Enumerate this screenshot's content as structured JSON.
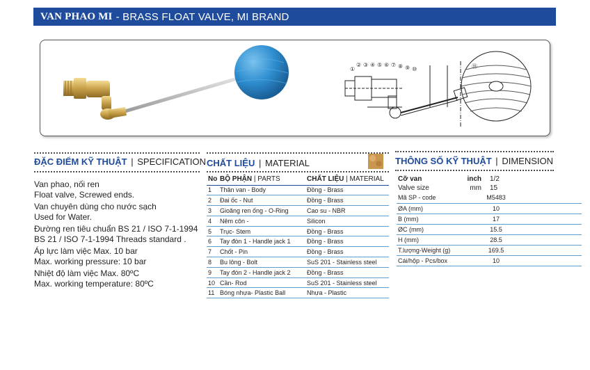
{
  "title": {
    "vn": "VAN PHAO MI",
    "en": "- BRASS FLOAT VALVE, MI BRAND"
  },
  "diagram": {
    "labels": [
      "①",
      "②",
      "③",
      "④",
      "⑤",
      "⑥",
      "⑦",
      "⑧",
      "⑨",
      "⑩",
      "⑪"
    ]
  },
  "spec": {
    "heading_vn": "ĐẶC ĐIỂM KỸ THUẬT",
    "sep": "|",
    "heading_en": "SPECIFICATION",
    "lines": [
      "Van phao, nối ren",
      "Float valve, Screwed ends.",
      "Van chuyên dùng cho nước sạch",
      "Used for Water.",
      "Đường ren tiêu chuẩn BS 21 / ISO 7-1-1994",
      "BS 21 / ISO 7-1-1994 Threads standard .",
      "Áp lực làm việc Max. 10 bar",
      "Max. working pressure: 10 bar",
      "Nhiệt độ làm việc Max. 80ºC",
      "Max. working temperature: 80ºC"
    ]
  },
  "material": {
    "heading_vn": "CHẤT LIỆU",
    "sep": "|",
    "heading_en": "MATERIAL",
    "col_no": "No",
    "col_parts_vn": "BỘ PHẬN",
    "col_parts_en": "| PARTS",
    "col_mat_vn": "CHẤT LIỆU",
    "col_mat_en": "| MATERIAL",
    "rows": [
      {
        "no": "1",
        "part": "Thân van - Body",
        "mat": "Đồng - Brass"
      },
      {
        "no": "2",
        "part": "Đai ốc - Nut",
        "mat": "Đồng - Brass"
      },
      {
        "no": "3",
        "part": "Gioăng ren ống - O-Ring",
        "mat": "Cao su - NBR"
      },
      {
        "no": "4",
        "part": "Nêm côn -",
        "mat": "Silicon"
      },
      {
        "no": "5",
        "part": "Trục- Stem",
        "mat": "Đồng - Brass"
      },
      {
        "no": "6",
        "part": "Tay đòn 1 - Handle jack 1",
        "mat": "Đồng - Brass"
      },
      {
        "no": "7",
        "part": "Chốt - Pin",
        "mat": "Đồng - Brass"
      },
      {
        "no": "8",
        "part": "Bu lông - Bolt",
        "mat": "SuS 201 - Stainless steel"
      },
      {
        "no": "9",
        "part": "Tay đòn 2 - Handle jack 2",
        "mat": "Đồng - Brass"
      },
      {
        "no": "10",
        "part": "Cần- Rod",
        "mat": "SuS 201 - Stainless steel"
      },
      {
        "no": "11",
        "part": "Bóng nhựa- Plastic Ball",
        "mat": "Nhựa - Plastic"
      }
    ]
  },
  "dimension": {
    "heading_vn": "THÔNG SỐ KỸ THUẬT",
    "sep": "|",
    "heading_en": "DIMENSION",
    "size_vn": "Cỡ van",
    "size_unit1": "inch",
    "size_val1": "1/2",
    "size_en": "Valve size",
    "size_unit2": "mm",
    "size_val2": "15",
    "rows": [
      {
        "label": "Mã SP - code",
        "value": "M5483"
      },
      {
        "label": "ØA (mm)",
        "value": "10"
      },
      {
        "label": "B (mm)",
        "value": "17"
      },
      {
        "label": "ØC (mm)",
        "value": "15.5"
      },
      {
        "label": "H (mm)",
        "value": "28.5"
      },
      {
        "label": "T.lượng-Weight (g)",
        "value": "169.5"
      },
      {
        "label": "Cái/hộp - Pcs/box",
        "value": "10"
      }
    ]
  },
  "colors": {
    "accent": "#1e4b9b",
    "rule": "#5a9fd0",
    "ball": "#2f8fd0",
    "brass": "#c8a04a"
  }
}
